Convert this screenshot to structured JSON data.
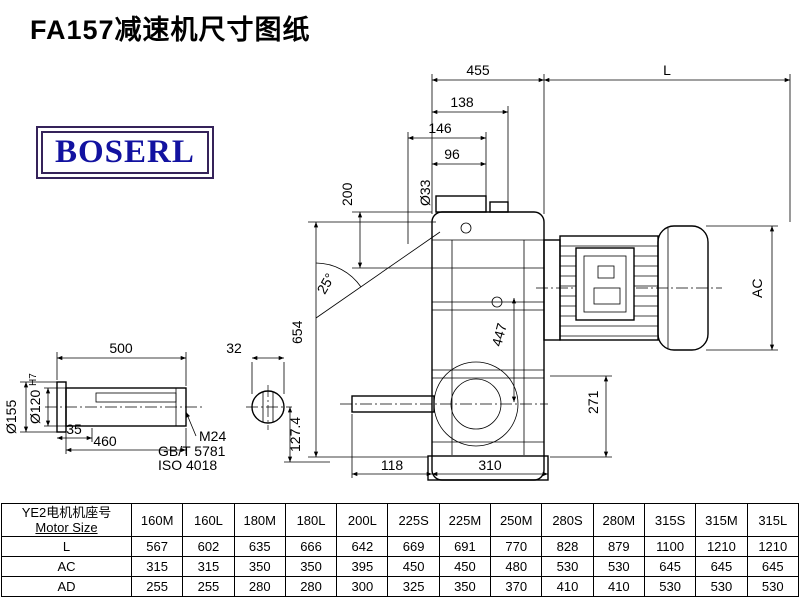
{
  "page": {
    "title": "FA157减速机尺寸图纸"
  },
  "logo": {
    "text": "BOSERL"
  },
  "drawing": {
    "dims": {
      "top_455": "455",
      "top_L": "L",
      "top_138": "138",
      "top_146": "146",
      "top_96": "96",
      "dia_33": "Ø33",
      "v_200": "200",
      "angle_25": "25°",
      "v_654": "654",
      "v_447": "447",
      "ac": "AC",
      "v_271": "271",
      "bot_118": "118",
      "bot_310": "310",
      "shaft_500": "500",
      "shaft_35": "35",
      "shaft_460": "460",
      "dia_155": "Ø155",
      "dia_120": "Ø120",
      "tol_h7": "H7",
      "thread_m24": "M24",
      "std_gbt": "GB/T 5781",
      "std_iso": "ISO 4018",
      "key_32": "32",
      "v_127_4": "127.4"
    }
  },
  "table": {
    "header": {
      "line1": "YE2电机机座号",
      "line2": "Motor Size"
    },
    "columns": [
      "160M",
      "160L",
      "180M",
      "180L",
      "200L",
      "225S",
      "225M",
      "250M",
      "280S",
      "280M",
      "315S",
      "315M",
      "315L"
    ],
    "rows": [
      {
        "label": "L",
        "values": [
          "567",
          "602",
          "635",
          "666",
          "642",
          "669",
          "691",
          "770",
          "828",
          "879",
          "1100",
          "1210",
          "1210"
        ]
      },
      {
        "label": "AC",
        "values": [
          "315",
          "315",
          "350",
          "350",
          "395",
          "450",
          "450",
          "480",
          "530",
          "530",
          "645",
          "645",
          "645"
        ]
      },
      {
        "label": "AD",
        "values": [
          "255",
          "255",
          "280",
          "280",
          "300",
          "325",
          "350",
          "370",
          "410",
          "410",
          "530",
          "530",
          "530"
        ]
      }
    ]
  }
}
